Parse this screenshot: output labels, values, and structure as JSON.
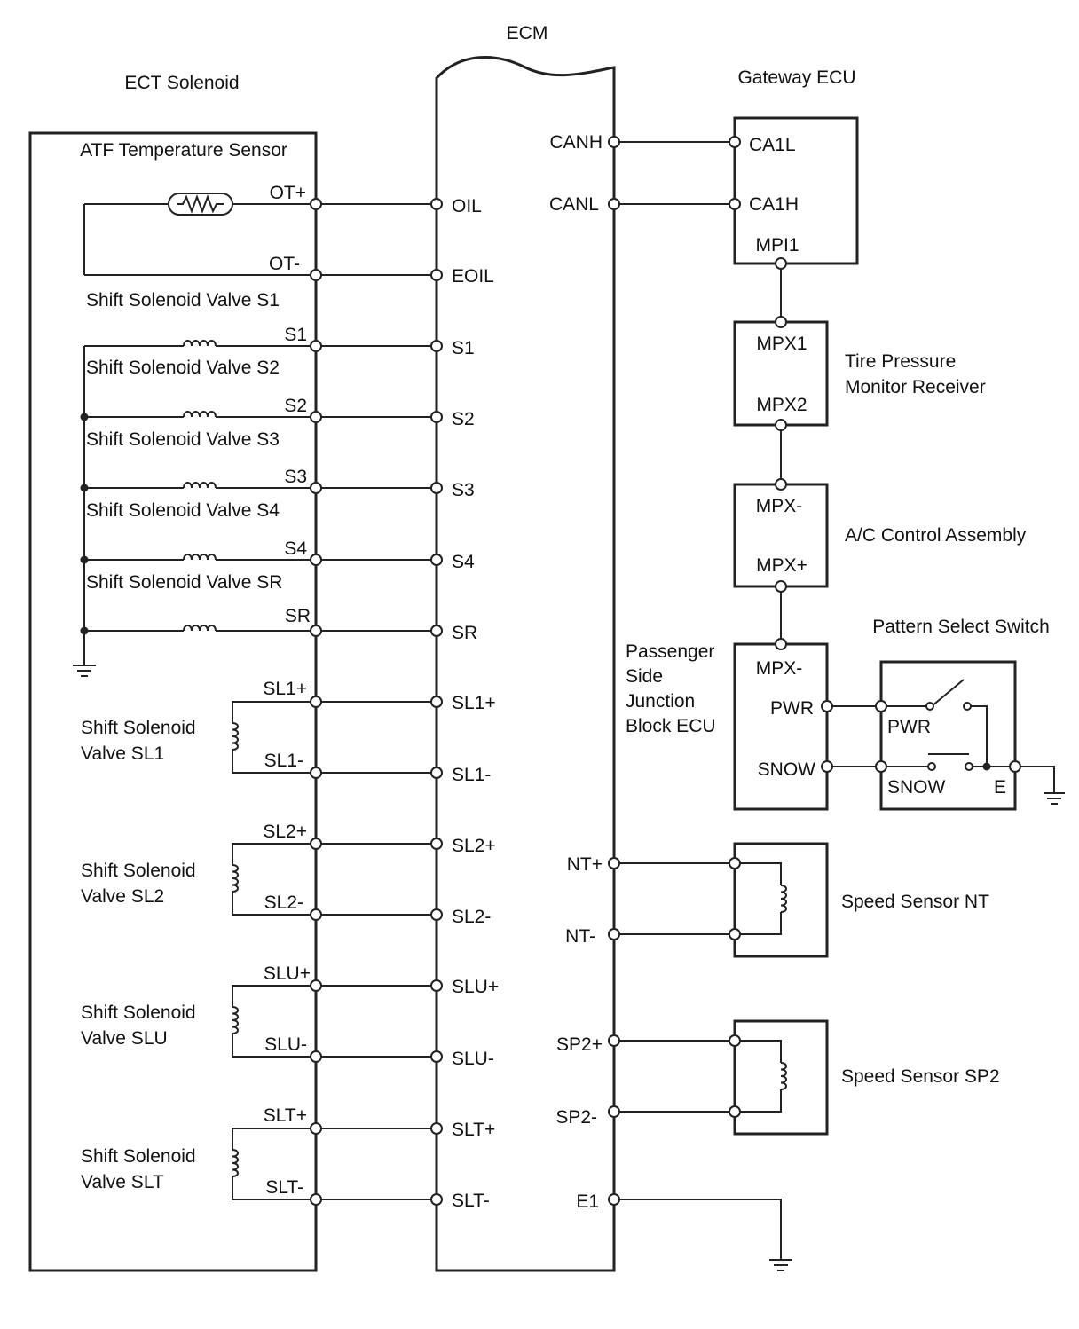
{
  "titles": {
    "ecm": "ECM",
    "ect_solenoid": "ECT Solenoid",
    "gateway_ecu": "Gateway ECU",
    "atf_sensor": "ATF Temperature Sensor",
    "tire_pressure_1": "Tire Pressure",
    "tire_pressure_2": "Monitor Receiver",
    "ac_control": "A/C Control Assembly",
    "pattern_switch": "Pattern Select Switch",
    "junction_1": "Passenger",
    "junction_2": "Side",
    "junction_3": "Junction",
    "junction_4": "Block ECU",
    "speed_nt": "Speed Sensor NT",
    "speed_sp2": "Speed Sensor SP2"
  },
  "solenoids": {
    "s1": "Shift Solenoid Valve S1",
    "s2": "Shift Solenoid Valve S2",
    "s3": "Shift Solenoid Valve S3",
    "s4": "Shift Solenoid Valve S4",
    "sr": "Shift Solenoid Valve SR",
    "sl1_a": "Shift Solenoid",
    "sl1_b": "Valve SL1",
    "sl2_a": "Shift Solenoid",
    "sl2_b": "Valve SL2",
    "slu_a": "Shift Solenoid",
    "slu_b": "Valve SLU",
    "slt_a": "Shift Solenoid",
    "slt_b": "Valve SLT"
  },
  "left_pins": {
    "ot_plus": "OT+",
    "ot_minus": "OT-",
    "s1": "S1",
    "s2": "S2",
    "s3": "S3",
    "s4": "S4",
    "sr": "SR",
    "sl1_plus": "SL1+",
    "sl1_minus": "SL1-",
    "sl2_plus": "SL2+",
    "sl2_minus": "SL2-",
    "slu_plus": "SLU+",
    "slu_minus": "SLU-",
    "slt_plus": "SLT+",
    "slt_minus": "SLT-"
  },
  "ecm_left_pins": {
    "oil": "OIL",
    "eoil": "EOIL",
    "s1": "S1",
    "s2": "S2",
    "s3": "S3",
    "s4": "S4",
    "sr": "SR",
    "sl1_plus": "SL1+",
    "sl1_minus": "SL1-",
    "sl2_plus": "SL2+",
    "sl2_minus": "SL2-",
    "slu_plus": "SLU+",
    "slu_minus": "SLU-",
    "slt_plus": "SLT+",
    "slt_minus": "SLT-"
  },
  "ecm_right_pins": {
    "canh": "CANH",
    "canl": "CANL",
    "nt_plus": "NT+",
    "nt_minus": "NT-",
    "sp2_plus": "SP2+",
    "sp2_minus": "SP2-",
    "e1": "E1"
  },
  "right_pins": {
    "ca1l": "CA1L",
    "ca1h": "CA1H",
    "mpi1": "MPI1",
    "mpx1": "MPX1",
    "mpx2": "MPX2",
    "ac_mpx_minus": "MPX-",
    "ac_mpx_plus": "MPX+",
    "jb_mpx_minus": "MPX-",
    "jb_pwr": "PWR",
    "jb_snow": "SNOW",
    "sw_pwr": "PWR",
    "sw_snow": "SNOW",
    "sw_e": "E"
  }
}
